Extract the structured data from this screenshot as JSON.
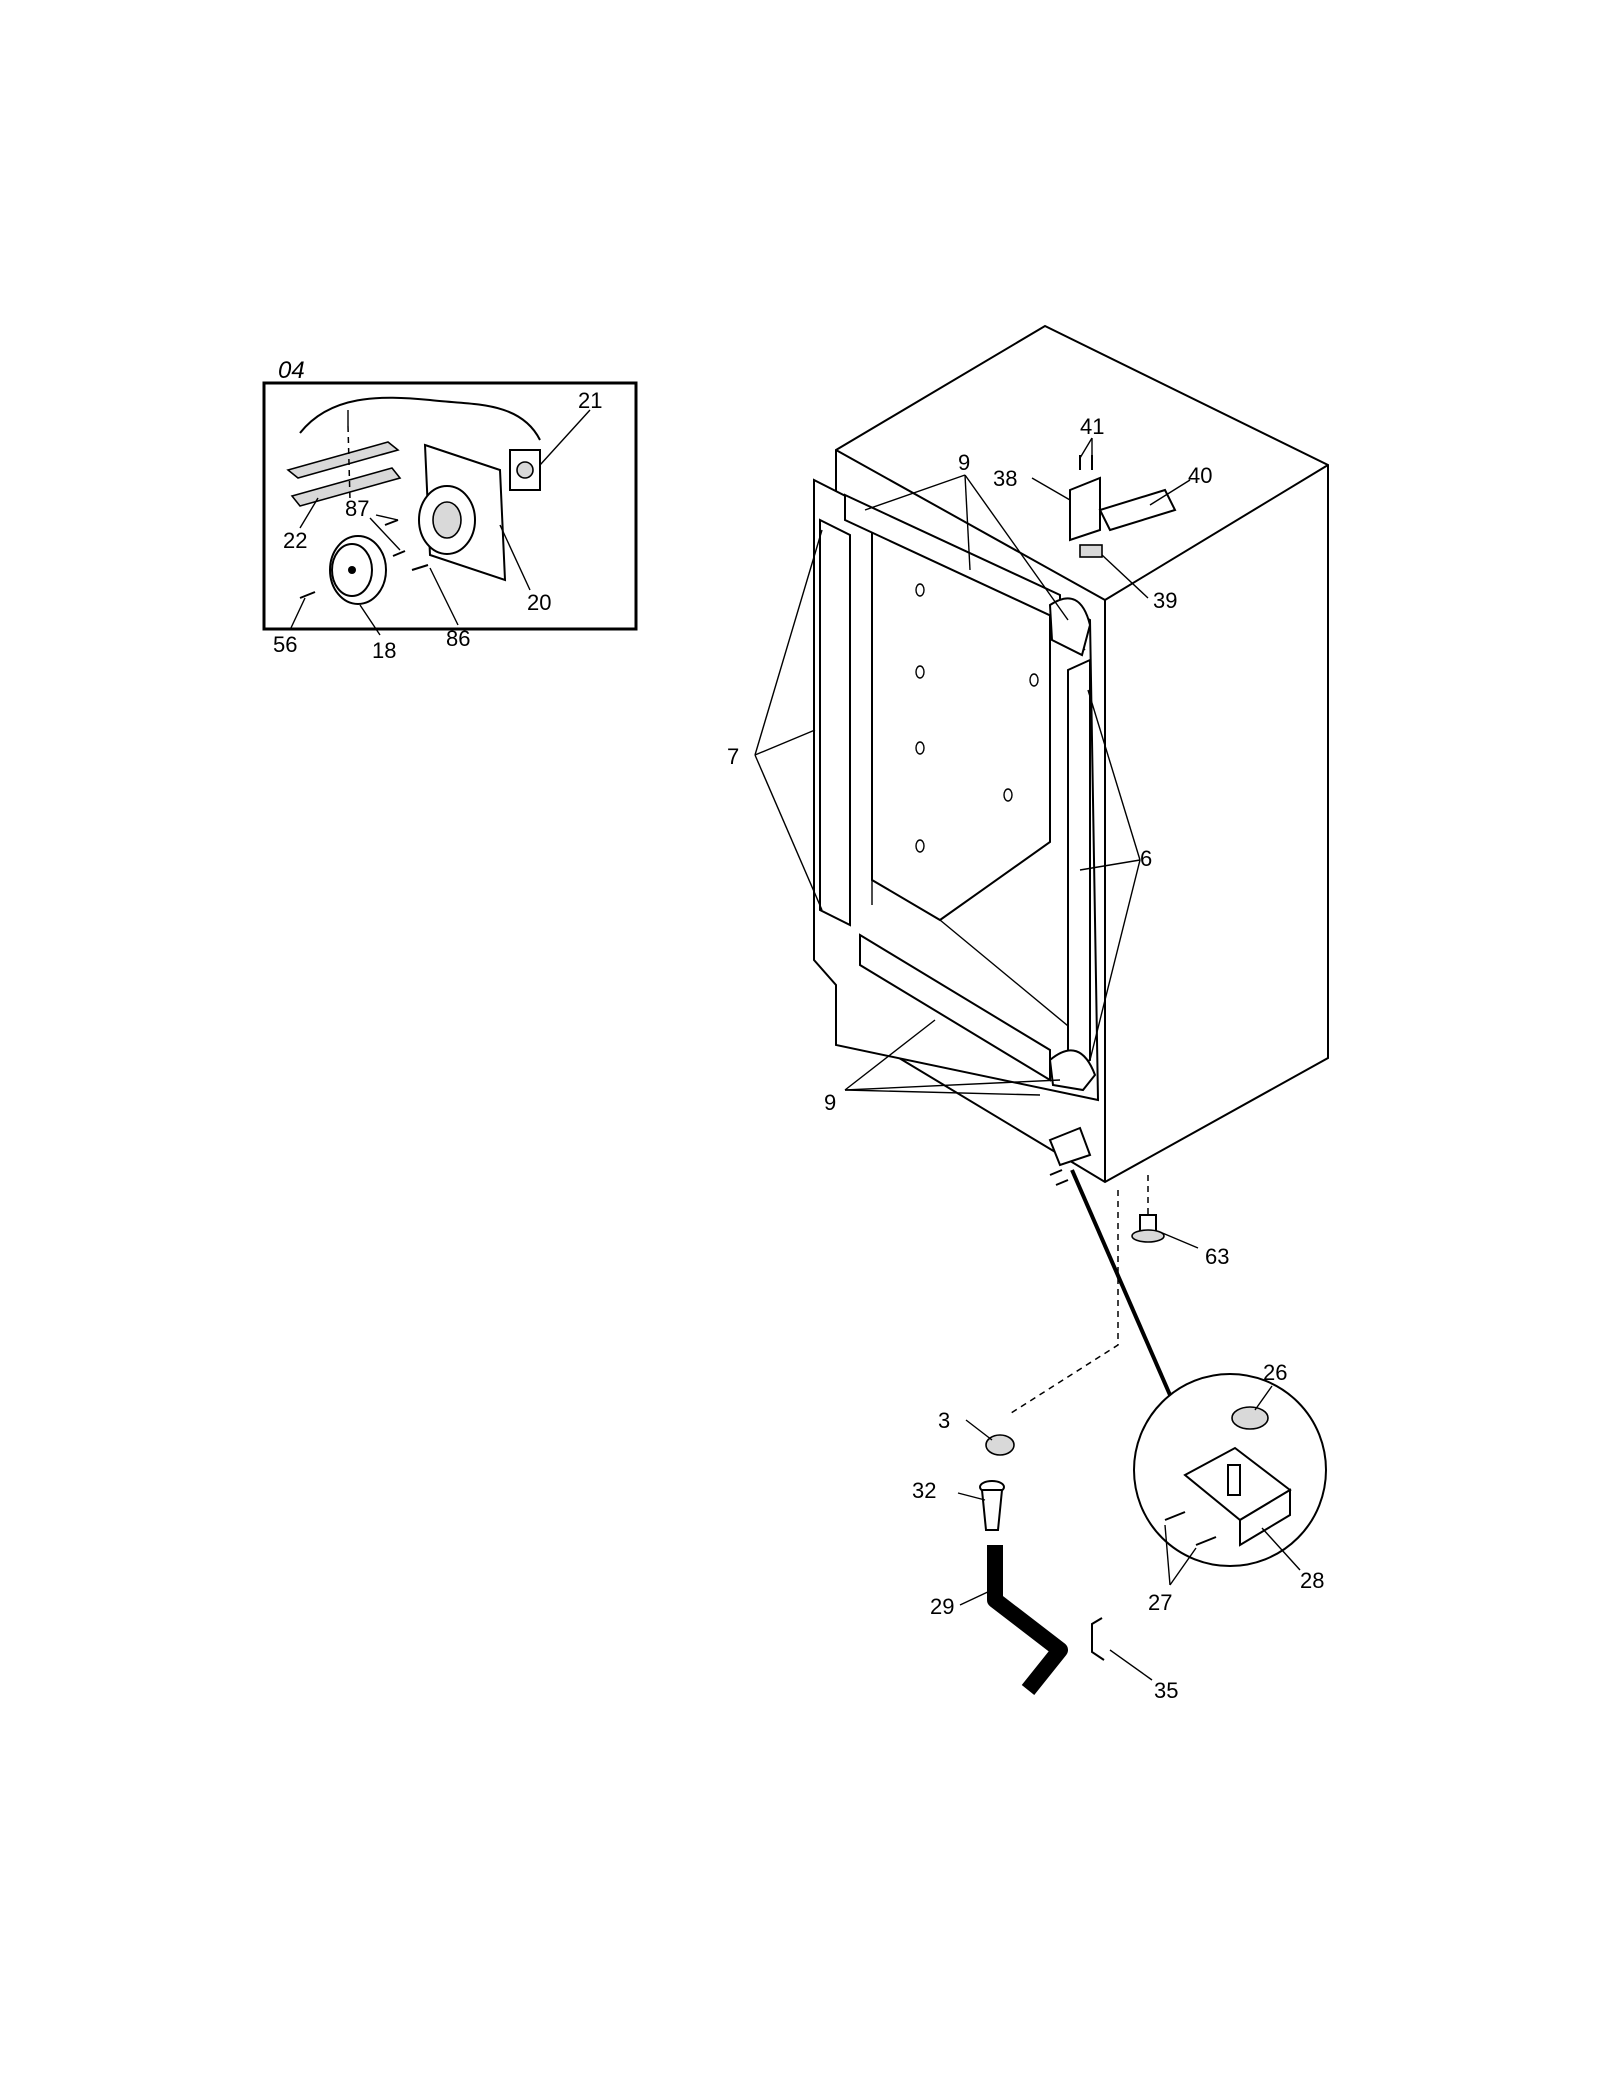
{
  "inset": {
    "handwritten_note": "04",
    "labels": {
      "p21": "21",
      "p22": "22",
      "p87": "87",
      "p20": "20",
      "p56": "56",
      "p18": "18",
      "p86": "86"
    }
  },
  "cabinet": {
    "labels": {
      "p9_top": "9",
      "p41": "41",
      "p38": "38",
      "p40": "40",
      "p39": "39",
      "p7": "7",
      "p6": "6",
      "p9_bottom": "9",
      "p63": "63"
    }
  },
  "detail": {
    "labels": {
      "p26": "26",
      "p27": "27",
      "p28": "28"
    }
  },
  "drain": {
    "labels": {
      "p3": "3",
      "p32": "32",
      "p29": "29",
      "p35": "35"
    }
  }
}
